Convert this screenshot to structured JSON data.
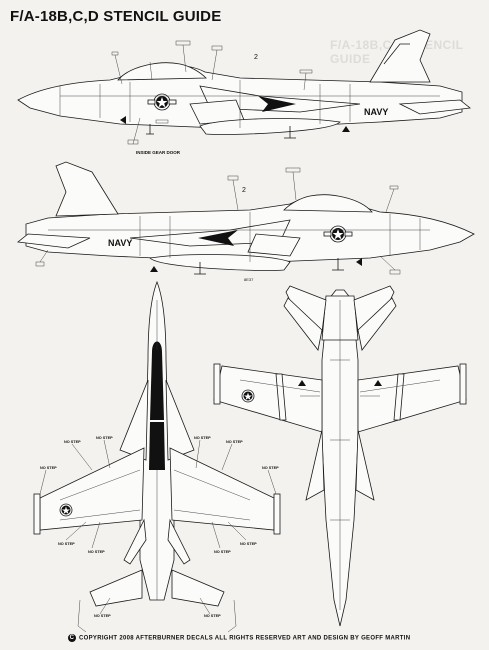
{
  "header": {
    "title": "F/A-18B,C,D STENCIL GUIDE",
    "faint_background_text": "F/A-18B,C,D STENCIL GUIDE"
  },
  "profiles": {
    "top_profile": {
      "service_marking": "NAVY",
      "panel_number": "2",
      "callout": "INSIDE GEAR DOOR"
    },
    "bottom_profile": {
      "service_marking": "NAVY",
      "panel_number": "2",
      "panel_code": "8E37"
    }
  },
  "plan_views": {
    "no_step_label": "NO STEP"
  },
  "footer": {
    "copyright_symbol": "C",
    "text": "COPYRIGHT 2008 AFTERBURNER DECALS ALL RIGHTS RESERVED  ART AND DESIGN BY GEOFF MARTIN"
  },
  "colors": {
    "paper": "#f3f2ef",
    "ink": "#111111"
  }
}
